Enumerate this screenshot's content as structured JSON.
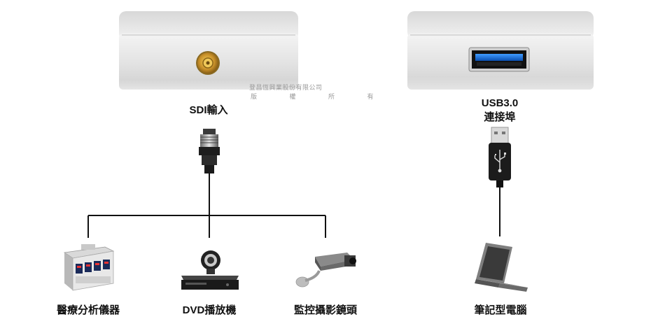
{
  "watermark": {
    "line1": "登昌恆興業股份有限公司",
    "line2": "版 權 所 有"
  },
  "sdi": {
    "port_label": "SDI輸入"
  },
  "usb": {
    "port_label_line1": "USB3.0",
    "port_label_line2": "連接埠"
  },
  "devices": {
    "medical": "醫療分析儀器",
    "dvd": "DVD播放機",
    "camera": "監控攝影鏡頭",
    "laptop": "筆記型電腦"
  },
  "colors": {
    "aluminum": "#e6e6e6",
    "usb_blue": "#1a73d6",
    "gold": "#d8a431",
    "line": "#111111"
  }
}
